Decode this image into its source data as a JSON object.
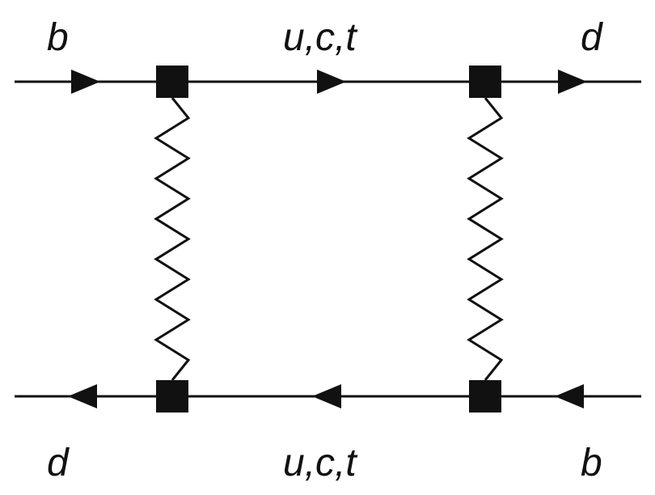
{
  "diagram": {
    "colors": {
      "ink": "#111111",
      "background": "#ffffff"
    },
    "labels": {
      "top_left": "b",
      "top_middle": "u,c,t",
      "top_right": "d",
      "bottom_left": "d",
      "bottom_middle": "u,c,t",
      "bottom_right": "b"
    }
  }
}
